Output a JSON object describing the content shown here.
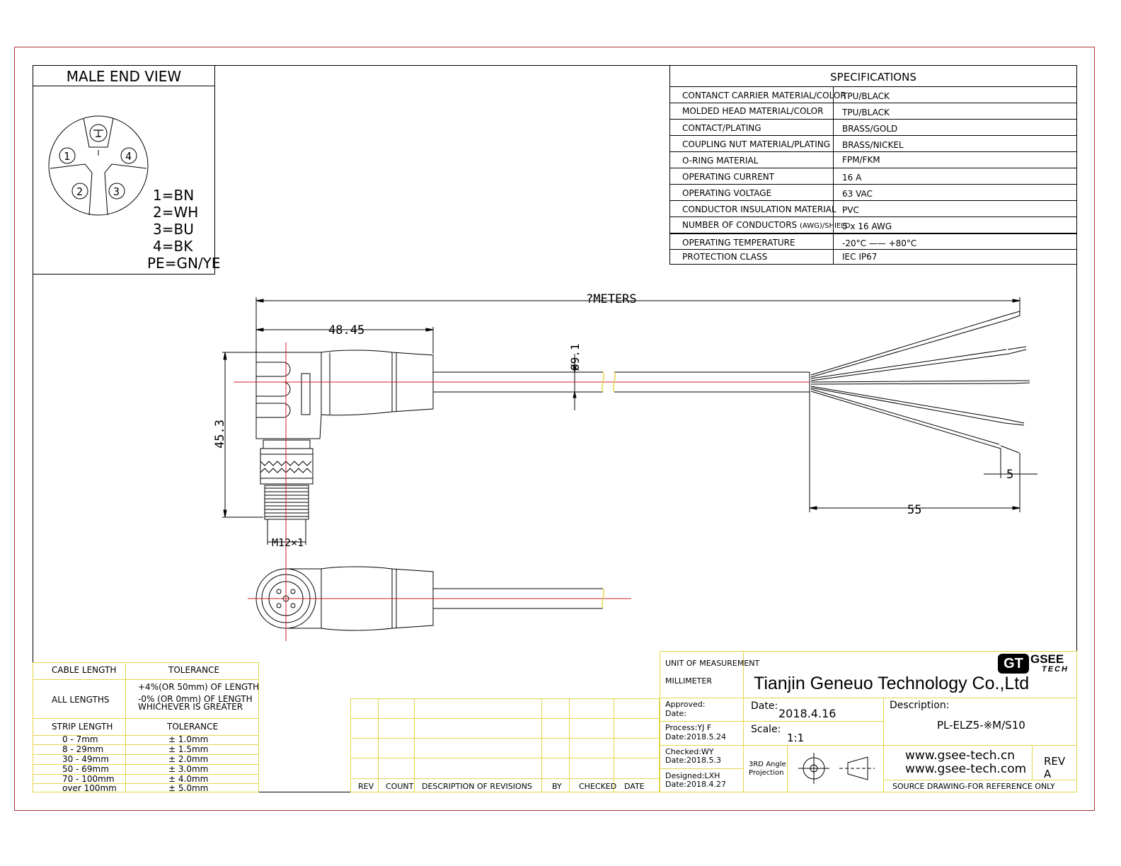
{
  "male_end_view": {
    "title": "MALE END VIEW",
    "pins": [
      "1",
      "2",
      "3",
      "4"
    ],
    "legend": [
      "1=BN",
      "2=WH",
      "3=BU",
      "4=BK",
      "PE=GN/YE"
    ]
  },
  "specifications": {
    "title": "SPECIFICATIONS",
    "rows": [
      {
        "label": "CONTANCT CARRIER MATERIAL/COLOR",
        "value": "TPU/BLACK"
      },
      {
        "label": "MOLDED HEAD MATERIAL/COLOR",
        "value": "TPU/BLACK"
      },
      {
        "label": "CONTACT/PLATING",
        "value": "BRASS/GOLD"
      },
      {
        "label": "COUPLING NUT MATERIAL/PLATING",
        "value": "BRASS/NICKEL"
      },
      {
        "label": "O-RING MATERIAL",
        "value": "FPM/FKM"
      },
      {
        "label": "OPERATING CURRENT",
        "value": "16 A"
      },
      {
        "label": "OPERATING VOLTAGE",
        "value": "63 VAC"
      },
      {
        "label": "CONDUCTOR INSULATION MATERIAL",
        "value": "PVC"
      },
      {
        "label": "NUMBER OF CONDUCTORS",
        "label_small": "(AWG)/SHIELD",
        "value": "5 x 16 AWG"
      },
      {
        "label": "OPERATING TEMPERATURE",
        "value": "-20°C —— +80°C"
      },
      {
        "label": "PROTECTION CLASS",
        "value": "IEC  IP67"
      }
    ]
  },
  "dimensions": {
    "overall": "?METERS",
    "head_length": "48.45",
    "cable_dia": "Ø9.1",
    "height": "45.3",
    "thread": "M12×1",
    "strip": "5",
    "fan_out": "55"
  },
  "tolerance_table": {
    "cable_length_header": "CABLE LENGTH",
    "tolerance_header": "TOLERANCE",
    "all_lengths": "ALL LENGTHS",
    "all_lengths_tol": [
      "+4%(OR 50mm) OF LENGTH",
      "-0%  (OR 0mm)   OF LENGTH",
      "WHICHEVER  IS  GREATER"
    ],
    "strip_length_header": "STRIP LENGTH",
    "strip_tolerance_header": "TOLERANCE",
    "strip_rows": [
      {
        "range": "0 - 7mm",
        "tol": "± 1.0mm"
      },
      {
        "range": "8 - 29mm",
        "tol": "± 1.5mm"
      },
      {
        "range": "30 - 49mm",
        "tol": "± 2.0mm"
      },
      {
        "range": "50 - 69mm",
        "tol": "± 3.0mm"
      },
      {
        "range": "70 - 100mm",
        "tol": "± 4.0mm"
      },
      {
        "range": "over 100mm",
        "tol": "± 5.0mm"
      }
    ]
  },
  "revision_table": {
    "headers": [
      "REV",
      "COUNT",
      "DESCRIPTION  OF  REVISIONS",
      "BY",
      "CHECKED",
      "DATE"
    ]
  },
  "title_block": {
    "unit_label": "UNIT OF MEASUREMENT",
    "unit_value": "MILLIMETER",
    "company": "Tianjin Geneuo Technology Co.,Ltd",
    "logo_mark": "GT",
    "logo_word": "GSEE",
    "logo_sub": "TECH",
    "approved_label": "Approved:",
    "approved_date_label": "Date:",
    "date_label": "Date:",
    "date_value": "2018.4.16",
    "description_label": "Description:",
    "description_value": "PL-ELZ5-※M/S10",
    "process_label": "Process:YJ F",
    "process_date": "Date:2018.5.24",
    "scale_label": "Scale:",
    "scale_value": "1:1",
    "checked_label": "Checked:WY",
    "checked_date": "Date:2018.5.3",
    "projection_label": [
      "3RD Angle",
      "Projection"
    ],
    "website1": "www.gsee-tech.cn",
    "website2": "www.gsee-tech.com",
    "rev_label": "REV",
    "rev_value": "A",
    "designed_label": "Designed:LXH",
    "designed_date": "Date:2018.4.27",
    "note": "SOURCE DRAWING-FOR REFERENCE ONLY"
  }
}
